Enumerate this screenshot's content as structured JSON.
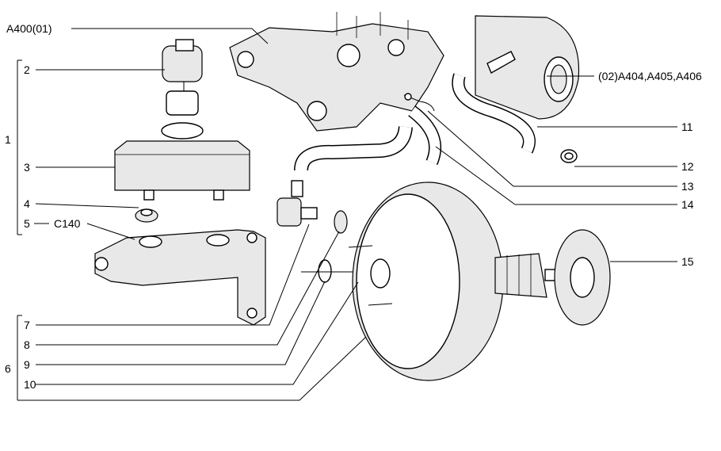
{
  "labels": {
    "a400": "A400(01)",
    "n1": "1",
    "n2": "2",
    "n3": "3",
    "n4": "4",
    "n5": "5",
    "c140": "C140",
    "n6": "6",
    "n7": "7",
    "n8": "8",
    "n9": "9",
    "n10": "10",
    "a404": "(02)A404,A405,A406",
    "n11": "11",
    "n12": "12",
    "n13": "13",
    "n14": "14",
    "n15": "15"
  }
}
